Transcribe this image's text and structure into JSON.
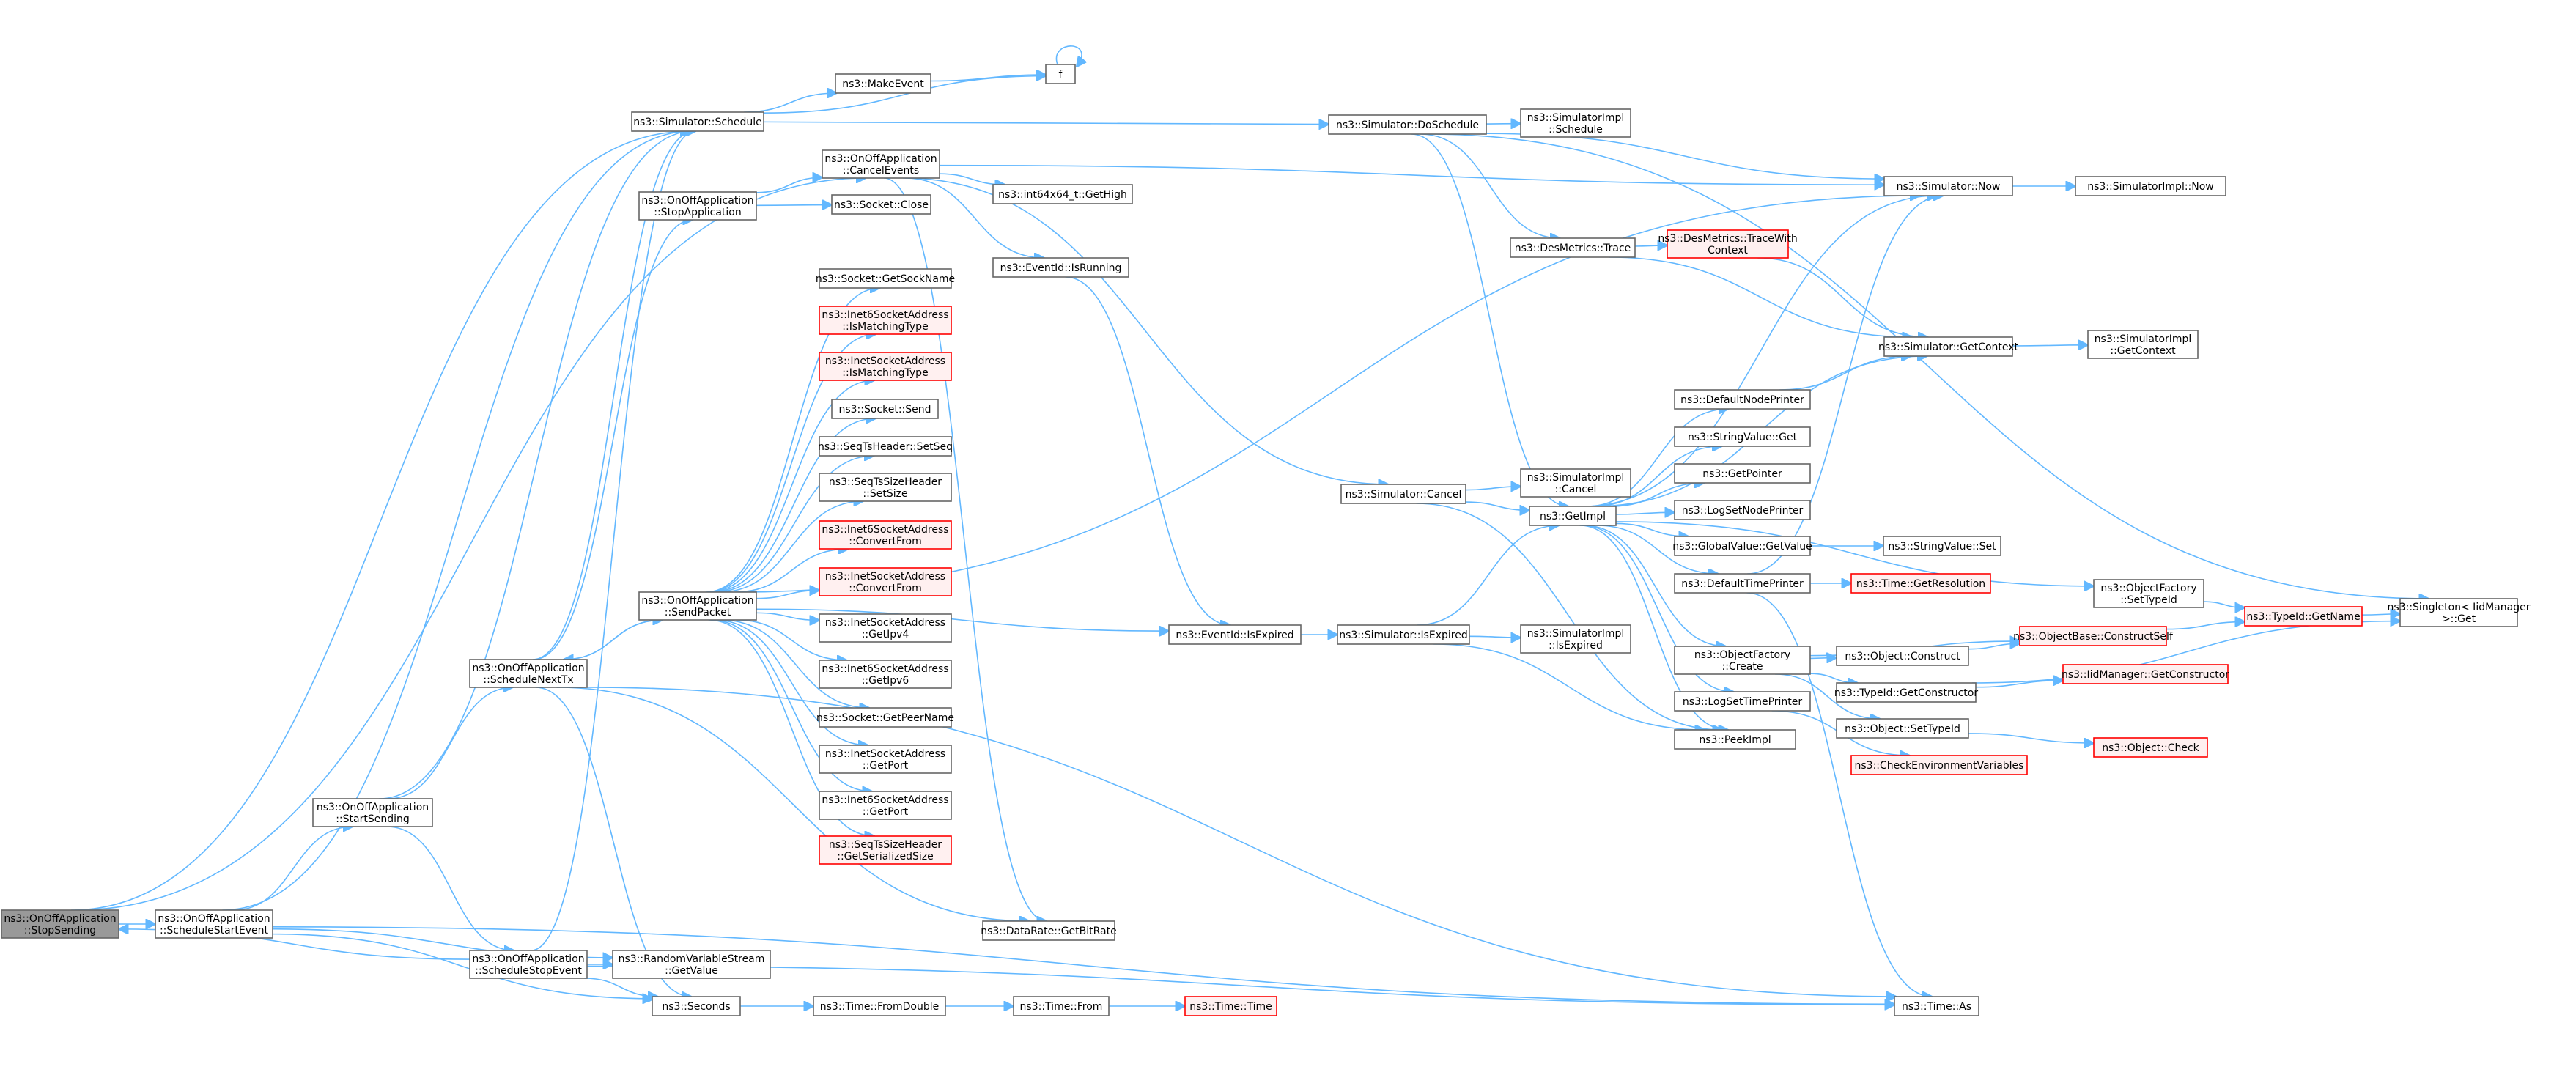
{
  "diagram": {
    "type": "call-graph",
    "colors": {
      "edge": "#63b8ff",
      "node_border": "#666666",
      "highlight_fill": "#999999",
      "error_border": "#ff0000",
      "error_fill": "#fff0f0"
    },
    "nodes": [
      {
        "id": "stopSending",
        "lines": [
          "ns3::OnOffApplication",
          "::StopSending"
        ],
        "style": "current"
      },
      {
        "id": "scheduleStartEvent",
        "lines": [
          "ns3::OnOffApplication",
          "::ScheduleStartEvent"
        ]
      },
      {
        "id": "startSending",
        "lines": [
          "ns3::OnOffApplication",
          "::StartSending"
        ]
      },
      {
        "id": "scheduleStopEvent",
        "lines": [
          "ns3::OnOffApplication",
          "::ScheduleStopEvent"
        ]
      },
      {
        "id": "scheduleNextTx",
        "lines": [
          "ns3::OnOffApplication",
          "::ScheduleNextTx"
        ]
      },
      {
        "id": "simSchedule",
        "lines": [
          "ns3::Simulator::Schedule"
        ]
      },
      {
        "id": "stopApplication",
        "lines": [
          "ns3::OnOffApplication",
          "::StopApplication"
        ]
      },
      {
        "id": "sendPacket",
        "lines": [
          "ns3::OnOffApplication",
          "::SendPacket"
        ]
      },
      {
        "id": "makeEvent",
        "lines": [
          "ns3::MakeEvent"
        ]
      },
      {
        "id": "f",
        "lines": [
          "f"
        ]
      },
      {
        "id": "cancelEvents",
        "lines": [
          "ns3::OnOffApplication",
          "::CancelEvents"
        ]
      },
      {
        "id": "socketClose",
        "lines": [
          "ns3::Socket::Close"
        ]
      },
      {
        "id": "socketGetSockName",
        "lines": [
          "ns3::Socket::GetSockName"
        ]
      },
      {
        "id": "inet6IsMatching",
        "lines": [
          "ns3::Inet6SocketAddress",
          "::IsMatchingType"
        ],
        "style": "red"
      },
      {
        "id": "inetIsMatching",
        "lines": [
          "ns3::InetSocketAddress",
          "::IsMatchingType"
        ],
        "style": "red"
      },
      {
        "id": "socketSend",
        "lines": [
          "ns3::Socket::Send"
        ]
      },
      {
        "id": "seqTsSetSeq",
        "lines": [
          "ns3::SeqTsHeader::SetSeq"
        ]
      },
      {
        "id": "seqTsSizeSetSize",
        "lines": [
          "ns3::SeqTsSizeHeader",
          "::SetSize"
        ]
      },
      {
        "id": "inet6ConvertFrom",
        "lines": [
          "ns3::Inet6SocketAddress",
          "::ConvertFrom"
        ],
        "style": "red"
      },
      {
        "id": "inetConvertFrom",
        "lines": [
          "ns3::InetSocketAddress",
          "::ConvertFrom"
        ],
        "style": "red"
      },
      {
        "id": "inetGetIpv4",
        "lines": [
          "ns3::InetSocketAddress",
          "::GetIpv4"
        ]
      },
      {
        "id": "inet6GetIpv6",
        "lines": [
          "ns3::Inet6SocketAddress",
          "::GetIpv6"
        ]
      },
      {
        "id": "socketGetPeerName",
        "lines": [
          "ns3::Socket::GetPeerName"
        ]
      },
      {
        "id": "inetGetPort",
        "lines": [
          "ns3::InetSocketAddress",
          "::GetPort"
        ]
      },
      {
        "id": "inet6GetPort",
        "lines": [
          "ns3::Inet6SocketAddress",
          "::GetPort"
        ]
      },
      {
        "id": "seqTsSizeGetSerialized",
        "lines": [
          "ns3::SeqTsSizeHeader",
          "::GetSerializedSize"
        ],
        "style": "red"
      },
      {
        "id": "dataRateGetBitRate",
        "lines": [
          "ns3::DataRate::GetBitRate"
        ]
      },
      {
        "id": "randomGetValue",
        "lines": [
          "ns3::RandomVariableStream",
          "::GetValue"
        ]
      },
      {
        "id": "seconds",
        "lines": [
          "ns3::Seconds"
        ]
      },
      {
        "id": "int64GetHigh",
        "lines": [
          "ns3::int64x64_t::GetHigh"
        ]
      },
      {
        "id": "eventIdIsRunning",
        "lines": [
          "ns3::EventId::IsRunning"
        ]
      },
      {
        "id": "eventIdIsExpired",
        "lines": [
          "ns3::EventId::IsExpired"
        ]
      },
      {
        "id": "timeFromDouble",
        "lines": [
          "ns3::Time::FromDouble"
        ]
      },
      {
        "id": "timeFrom",
        "lines": [
          "ns3::Time::From"
        ]
      },
      {
        "id": "timeTime",
        "lines": [
          "ns3::Time::Time"
        ],
        "style": "red"
      },
      {
        "id": "simDoSchedule",
        "lines": [
          "ns3::Simulator::DoSchedule"
        ]
      },
      {
        "id": "simImplSchedule",
        "lines": [
          "ns3::SimulatorImpl",
          "::Schedule"
        ]
      },
      {
        "id": "simCancel",
        "lines": [
          "ns3::Simulator::Cancel"
        ]
      },
      {
        "id": "simIsExpired",
        "lines": [
          "ns3::Simulator::IsExpired"
        ]
      },
      {
        "id": "desMetricsTrace",
        "lines": [
          "ns3::DesMetrics::Trace"
        ]
      },
      {
        "id": "desMetricsTraceWith",
        "lines": [
          "ns3::DesMetrics::TraceWith",
          "Context"
        ],
        "style": "red"
      },
      {
        "id": "simImplCancel",
        "lines": [
          "ns3::SimulatorImpl",
          "::Cancel"
        ]
      },
      {
        "id": "getImpl",
        "lines": [
          "ns3::GetImpl"
        ]
      },
      {
        "id": "simImplIsExpired",
        "lines": [
          "ns3::SimulatorImpl",
          "::IsExpired"
        ]
      },
      {
        "id": "defaultNodePrinter",
        "lines": [
          "ns3::DefaultNodePrinter"
        ]
      },
      {
        "id": "stringValueGet",
        "lines": [
          "ns3::StringValue::Get"
        ]
      },
      {
        "id": "getPointer",
        "lines": [
          "ns3::GetPointer"
        ]
      },
      {
        "id": "logSetNodePrinter",
        "lines": [
          "ns3::LogSetNodePrinter"
        ]
      },
      {
        "id": "globalValueGetValue",
        "lines": [
          "ns3::GlobalValue::GetValue"
        ]
      },
      {
        "id": "defaultTimePrinter",
        "lines": [
          "ns3::DefaultTimePrinter"
        ]
      },
      {
        "id": "objectFactoryCreate",
        "lines": [
          "ns3::ObjectFactory",
          "::Create"
        ]
      },
      {
        "id": "logSetTimePrinter",
        "lines": [
          "ns3::LogSetTimePrinter"
        ]
      },
      {
        "id": "peekImpl",
        "lines": [
          "ns3::PeekImpl"
        ]
      },
      {
        "id": "simNow",
        "lines": [
          "ns3::Simulator::Now"
        ]
      },
      {
        "id": "simGetContext",
        "lines": [
          "ns3::Simulator::GetContext"
        ]
      },
      {
        "id": "stringValueSet",
        "lines": [
          "ns3::StringValue::Set"
        ]
      },
      {
        "id": "timeGetResolution",
        "lines": [
          "ns3::Time::GetResolution"
        ],
        "style": "red"
      },
      {
        "id": "objectConstruct",
        "lines": [
          "ns3::Object::Construct"
        ]
      },
      {
        "id": "typeIdGetConstructor",
        "lines": [
          "ns3::TypeId::GetConstructor"
        ]
      },
      {
        "id": "objectSetTypeId",
        "lines": [
          "ns3::Object::SetTypeId"
        ]
      },
      {
        "id": "checkEnvVars",
        "lines": [
          "ns3::CheckEnvironmentVariables"
        ],
        "style": "red"
      },
      {
        "id": "timeAs",
        "lines": [
          "ns3::Time::As"
        ]
      },
      {
        "id": "simImplNow",
        "lines": [
          "ns3::SimulatorImpl::Now"
        ]
      },
      {
        "id": "simImplGetContext",
        "lines": [
          "ns3::SimulatorImpl",
          "::GetContext"
        ]
      },
      {
        "id": "objectFactorySetTypeId",
        "lines": [
          "ns3::ObjectFactory",
          "::SetTypeId"
        ]
      },
      {
        "id": "objectBaseConstructSelf",
        "lines": [
          "ns3::ObjectBase::ConstructSelf"
        ],
        "style": "red"
      },
      {
        "id": "iidManagerGetConstructor",
        "lines": [
          "ns3::IidManager::GetConstructor"
        ],
        "style": "red"
      },
      {
        "id": "objectCheck",
        "lines": [
          "ns3::Object::Check"
        ],
        "style": "red"
      },
      {
        "id": "typeIdGetName",
        "lines": [
          "ns3::TypeId::GetName"
        ],
        "style": "red"
      },
      {
        "id": "singletonGet",
        "lines": [
          "ns3::Singleton< IidManager",
          " >::Get"
        ]
      }
    ],
    "edges": [
      [
        "stopSending",
        "scheduleStartEvent"
      ],
      [
        "stopSending",
        "cancelEvents"
      ],
      [
        "stopSending",
        "simSchedule"
      ],
      [
        "scheduleStartEvent",
        "startSending"
      ],
      [
        "scheduleStartEvent",
        "simSchedule"
      ],
      [
        "scheduleStartEvent",
        "randomGetValue"
      ],
      [
        "scheduleStartEvent",
        "seconds"
      ],
      [
        "scheduleStartEvent",
        "timeAs"
      ],
      [
        "startSending",
        "scheduleNextTx"
      ],
      [
        "startSending",
        "scheduleStopEvent"
      ],
      [
        "startSending",
        "simSchedule"
      ],
      [
        "scheduleStopEvent",
        "stopSending"
      ],
      [
        "scheduleStopEvent",
        "simSchedule"
      ],
      [
        "scheduleStopEvent",
        "randomGetValue"
      ],
      [
        "scheduleStopEvent",
        "seconds"
      ],
      [
        "scheduleStopEvent",
        "timeAs"
      ],
      [
        "scheduleNextTx",
        "sendPacket"
      ],
      [
        "scheduleNextTx",
        "simSchedule"
      ],
      [
        "scheduleNextTx",
        "stopApplication"
      ],
      [
        "scheduleNextTx",
        "dataRateGetBitRate"
      ],
      [
        "scheduleNextTx",
        "seconds"
      ],
      [
        "scheduleNextTx",
        "timeAs"
      ],
      [
        "sendPacket",
        "scheduleNextTx"
      ],
      [
        "sendPacket",
        "simNow"
      ],
      [
        "sendPacket",
        "socketGetSockName"
      ],
      [
        "sendPacket",
        "inet6IsMatching"
      ],
      [
        "sendPacket",
        "inetIsMatching"
      ],
      [
        "sendPacket",
        "socketSend"
      ],
      [
        "sendPacket",
        "seqTsSetSeq"
      ],
      [
        "sendPacket",
        "seqTsSizeSetSize"
      ],
      [
        "sendPacket",
        "inet6ConvertFrom"
      ],
      [
        "sendPacket",
        "inetConvertFrom"
      ],
      [
        "sendPacket",
        "inetGetIpv4"
      ],
      [
        "sendPacket",
        "inet6GetIpv6"
      ],
      [
        "sendPacket",
        "socketGetPeerName"
      ],
      [
        "sendPacket",
        "inetGetPort"
      ],
      [
        "sendPacket",
        "inet6GetPort"
      ],
      [
        "sendPacket",
        "seqTsSizeGetSerialized"
      ],
      [
        "sendPacket",
        "eventIdIsExpired"
      ],
      [
        "stopApplication",
        "cancelEvents"
      ],
      [
        "stopApplication",
        "socketClose"
      ],
      [
        "cancelEvents",
        "simNow"
      ],
      [
        "cancelEvents",
        "int64GetHigh"
      ],
      [
        "cancelEvents",
        "eventIdIsRunning"
      ],
      [
        "cancelEvents",
        "dataRateGetBitRate"
      ],
      [
        "cancelEvents",
        "simCancel"
      ],
      [
        "simSchedule",
        "makeEvent"
      ],
      [
        "simSchedule",
        "f"
      ],
      [
        "simSchedule",
        "simDoSchedule"
      ],
      [
        "makeEvent",
        "f"
      ],
      [
        "f",
        "f"
      ],
      [
        "simDoSchedule",
        "simNow"
      ],
      [
        "simDoSchedule",
        "simImplSchedule"
      ],
      [
        "simDoSchedule",
        "desMetricsTrace"
      ],
      [
        "simDoSchedule",
        "getImpl"
      ],
      [
        "simDoSchedule",
        "singletonGet"
      ],
      [
        "eventIdIsRunning",
        "eventIdIsExpired"
      ],
      [
        "eventIdIsExpired",
        "simIsExpired"
      ],
      [
        "simIsExpired",
        "getImpl"
      ],
      [
        "simIsExpired",
        "simImplIsExpired"
      ],
      [
        "simIsExpired",
        "peekImpl"
      ],
      [
        "simCancel",
        "simImplCancel"
      ],
      [
        "simCancel",
        "getImpl"
      ],
      [
        "simCancel",
        "peekImpl"
      ],
      [
        "desMetricsTrace",
        "desMetricsTraceWith"
      ],
      [
        "desMetricsTrace",
        "simGetContext"
      ],
      [
        "desMetricsTraceWith",
        "simGetContext"
      ],
      [
        "getImpl",
        "simNow"
      ],
      [
        "getImpl",
        "simGetContext"
      ],
      [
        "getImpl",
        "defaultNodePrinter"
      ],
      [
        "getImpl",
        "stringValueGet"
      ],
      [
        "getImpl",
        "getPointer"
      ],
      [
        "getImpl",
        "logSetNodePrinter"
      ],
      [
        "getImpl",
        "globalValueGetValue"
      ],
      [
        "getImpl",
        "defaultTimePrinter"
      ],
      [
        "getImpl",
        "objectFactoryCreate"
      ],
      [
        "getImpl",
        "logSetTimePrinter"
      ],
      [
        "getImpl",
        "peekImpl"
      ],
      [
        "getImpl",
        "objectFactorySetTypeId"
      ],
      [
        "defaultNodePrinter",
        "simGetContext"
      ],
      [
        "globalValueGetValue",
        "stringValueSet"
      ],
      [
        "defaultTimePrinter",
        "simNow"
      ],
      [
        "defaultTimePrinter",
        "timeGetResolution"
      ],
      [
        "defaultTimePrinter",
        "timeAs"
      ],
      [
        "objectFactoryCreate",
        "objectConstruct"
      ],
      [
        "objectFactoryCreate",
        "typeIdGetConstructor"
      ],
      [
        "objectFactoryCreate",
        "objectSetTypeId"
      ],
      [
        "objectFactoryCreate",
        "objectBaseConstructSelf"
      ],
      [
        "logSetTimePrinter",
        "checkEnvVars"
      ],
      [
        "objectConstruct",
        "objectBaseConstructSelf"
      ],
      [
        "typeIdGetConstructor",
        "iidManagerGetConstructor"
      ],
      [
        "typeIdGetConstructor",
        "singletonGet"
      ],
      [
        "objectSetTypeId",
        "objectCheck"
      ],
      [
        "objectFactorySetTypeId",
        "typeIdGetName"
      ],
      [
        "typeIdGetName",
        "singletonGet"
      ],
      [
        "objectBaseConstructSelf",
        "typeIdGetName"
      ],
      [
        "simNow",
        "simImplNow"
      ],
      [
        "simGetContext",
        "simImplGetContext"
      ],
      [
        "seconds",
        "timeFromDouble"
      ],
      [
        "timeFromDouble",
        "timeFrom"
      ],
      [
        "timeFrom",
        "timeTime"
      ]
    ]
  }
}
